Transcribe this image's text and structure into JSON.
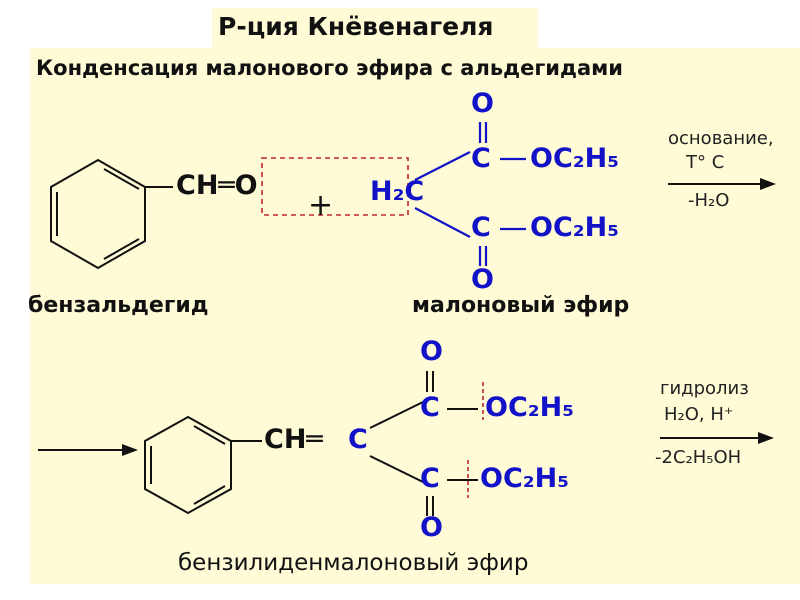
{
  "title": "Р-ция  Кнёвенагеля",
  "subtitle": "Конденсация малонового эфира с альдегидами",
  "reaction1": {
    "aldehyde_group": "CH═O",
    "plus": "+",
    "h2c": "H₂C",
    "carbonyl_o_top": "O",
    "carbonyl_c_top": "C",
    "ester_top": "OC₂H₅",
    "carbonyl_c_bottom": "C",
    "ester_bottom": "OC₂H₅",
    "carbonyl_o_bottom": "O",
    "label_reactant1": "бензальдегид",
    "label_reactant2": "малоновый эфир",
    "condition1": "основание,",
    "condition2": "T° C",
    "condition3": "-H₂O"
  },
  "reaction2": {
    "ch_group": "CH═",
    "central_c": "C",
    "carbonyl_o_top": "O",
    "carbonyl_c_top": "C",
    "ester_top": "OC₂H₅",
    "carbonyl_c_bottom": "C",
    "ester_bottom": "OC₂H₅",
    "carbonyl_o_bottom": "O",
    "product_label": "бензилиденмалоновый эфир",
    "condition1": "гидролиз",
    "condition2": "H₂O, H⁺",
    "condition3": "-2C₂H₅OH"
  },
  "colors": {
    "panel": "#fefbd6",
    "structure_black": "#111111",
    "structure_blue": "#1212c8",
    "dashed_red": "#c0282d"
  }
}
